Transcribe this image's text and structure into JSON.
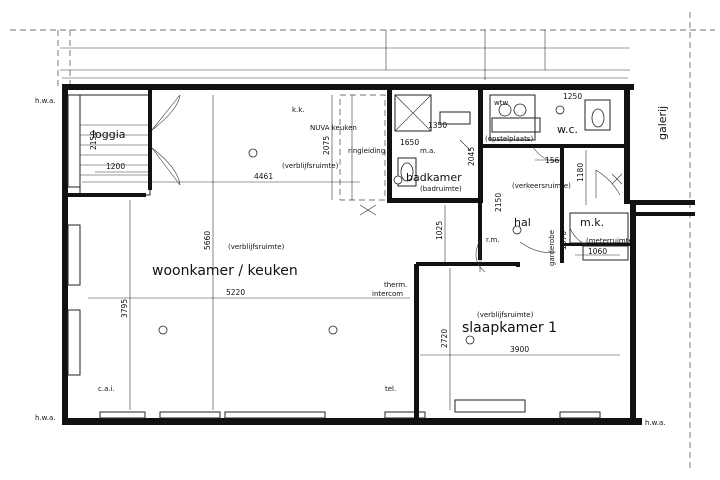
{
  "rooms": {
    "loggia": "loggia",
    "woonkamer": "woonkamer / keuken",
    "badkamer": "badkamer",
    "badruimte": "(badruimte)",
    "hal": "hal",
    "verkeersruimte_hal": "(verkeersruimte)",
    "slaapkamer": "slaapkamer 1",
    "wc": "w.c.",
    "galerij": "galerij",
    "mk": "m.k.",
    "meterruimte": "(meterruimte)",
    "verblijfsruimte_woon": "(verblijfsruimte)",
    "verblijfsruimte_slaap": "(verblijfsruimte)",
    "verblijfsruimte_keuken": "(verblijfsruimte)"
  },
  "dimensions": {
    "d4461": "4461",
    "d5220": "5220",
    "d3795": "3795",
    "d5660": "5660",
    "d2075": "2075",
    "d3900": "3900",
    "d2720": "2720",
    "d1025": "1025",
    "d1200": "1200",
    "d1250": "1250",
    "d1350": "1350",
    "d1180": "1180",
    "d2045": "2045",
    "d2150": "2150",
    "d1565": "1565",
    "d1060": "1060",
    "d1570": "1570",
    "d2150b": "2150",
    "d1650": "1650"
  },
  "notes": {
    "hwa_top": "h.w.a.",
    "hwa_bottom_left": "h.w.a.",
    "hwa_bottom_right": "h.w.a.",
    "nuva_keuken": "NUVA keuken",
    "kk": "k.k.",
    "therm": "therm.",
    "intercom": "intercom",
    "cai": "c.a.i.",
    "tel": "tel.",
    "rm": "r.m.",
    "ma": "m.a.",
    "wtw": "wtw",
    "opstelplaats": "(opstelplaats)",
    "garderobe": "garderobe",
    "ringleiding": "ringleiding"
  }
}
